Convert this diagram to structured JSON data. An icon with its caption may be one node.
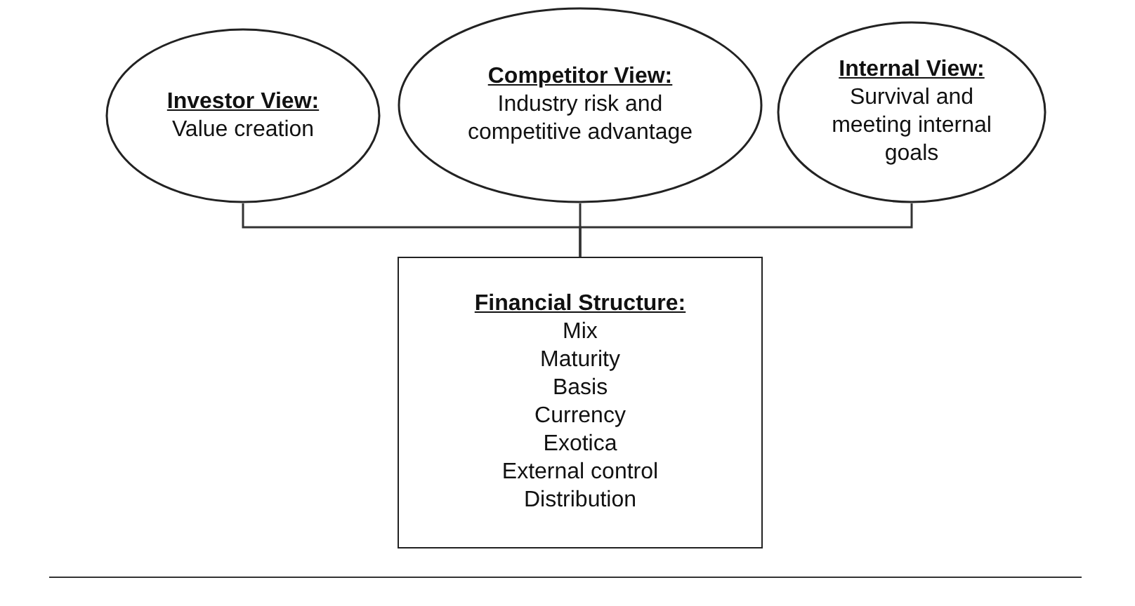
{
  "diagram": {
    "nodes": [
      {
        "text": [
          "Investor View:",
          "Value creation"
        ]
      },
      {
        "text": [
          "Competitor View:",
          "Industry risk and competitive advantage"
        ]
      },
      {
        "text": [
          "Internal View:",
          "Survival and meeting internal goals"
        ]
      },
      {
        "text": [
          "Financial Structure:",
          "Mix",
          "Maturity",
          "Basis",
          "Currency",
          "Exotica",
          "External control",
          "Distribution"
        ]
      }
    ],
    "edges": [
      {
        "from": 0,
        "to": 3,
        "arrow": "none"
      },
      {
        "from": 1,
        "to": 3,
        "arrow": "none"
      },
      {
        "from": 2,
        "to": 3,
        "arrow": "none"
      }
    ]
  }
}
